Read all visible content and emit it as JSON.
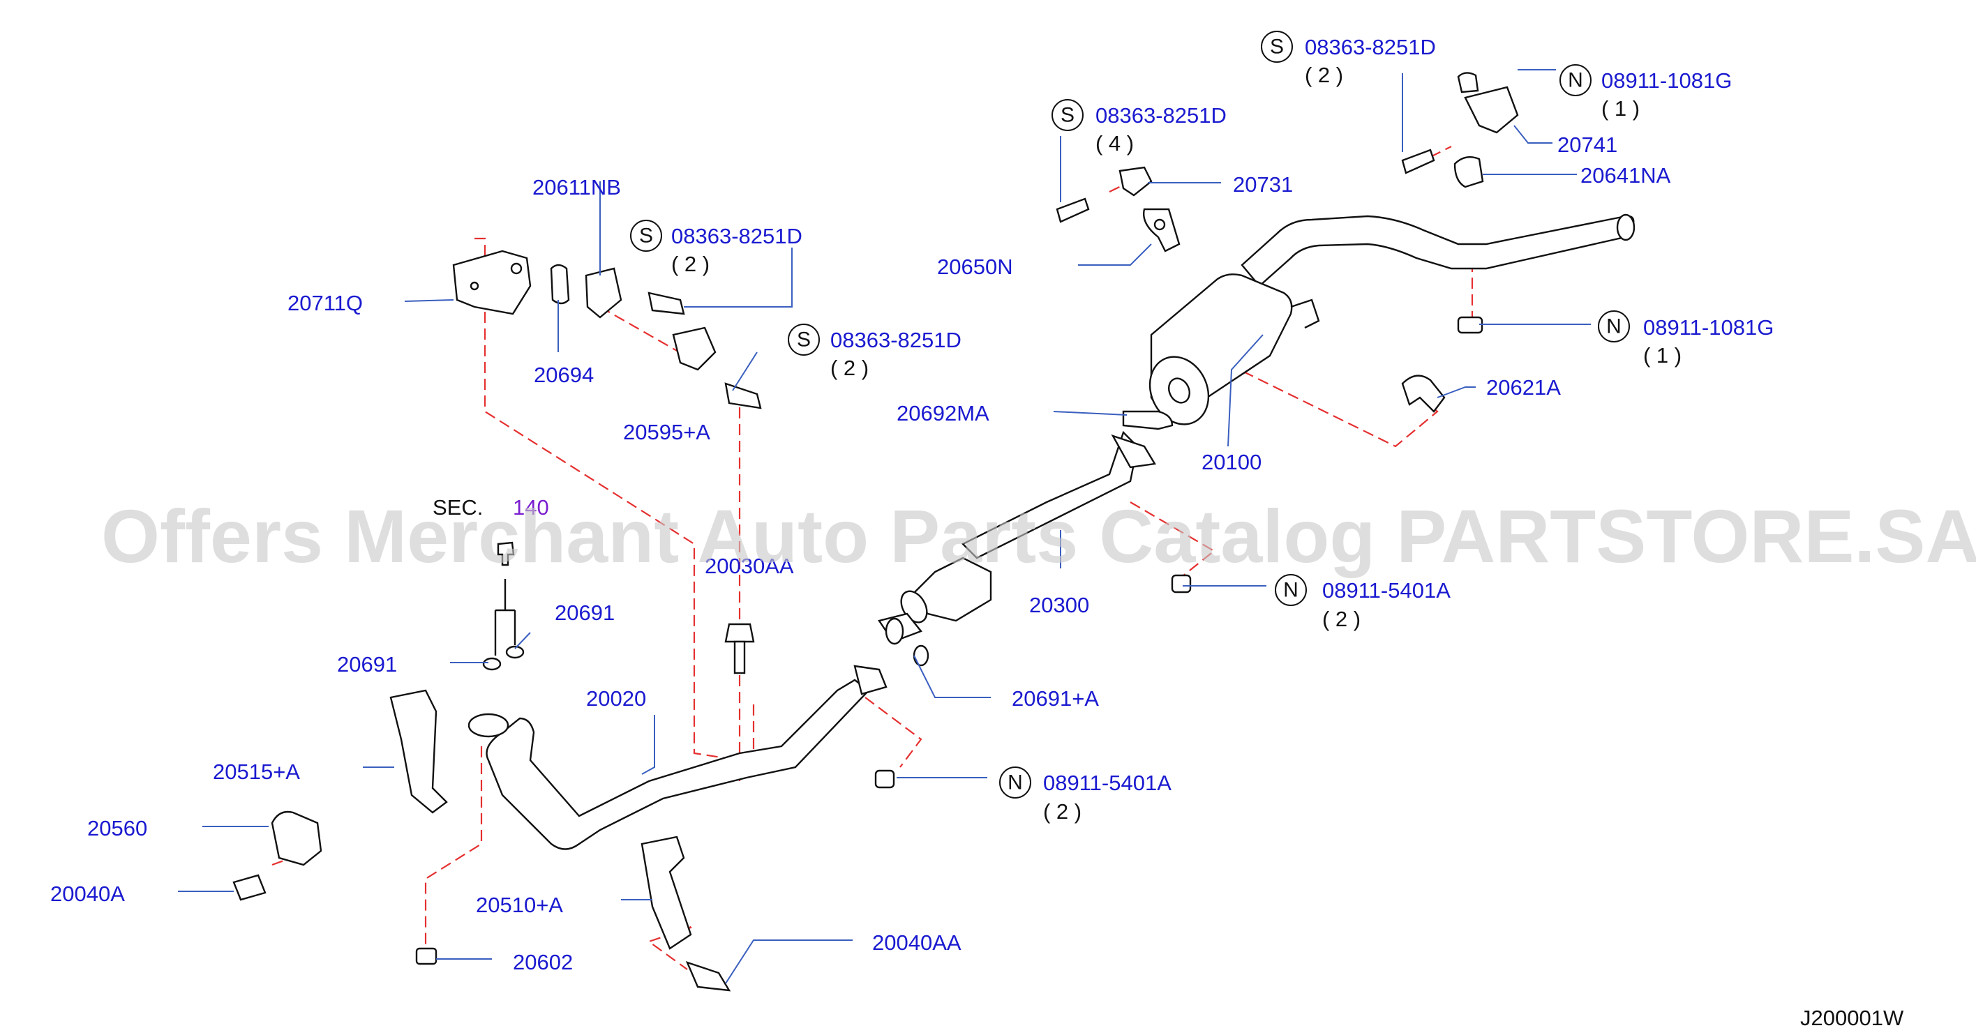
{
  "watermark": "Offers Merchant Auto Parts Catalog PARTSTORE.SA",
  "diagram_code": "J200001W",
  "section_ref": {
    "prefix": "SEC.",
    "number": "140"
  },
  "callouts": [
    {
      "id": "c1",
      "code": "08363-8251D",
      "prefix": "S",
      "qty": "( 2 )"
    },
    {
      "id": "c2",
      "code": "08911-1081G",
      "prefix": "N",
      "qty": "( 1 )"
    },
    {
      "id": "c3",
      "code": "08363-8251D",
      "prefix": "S",
      "qty": "( 4 )"
    },
    {
      "id": "c4",
      "code": "08363-8251D",
      "prefix": "S",
      "qty": "( 2 )"
    },
    {
      "id": "c5",
      "code": "08363-8251D",
      "prefix": "S",
      "qty": "( 2 )"
    },
    {
      "id": "c6",
      "code": "08911-1081G",
      "prefix": "N",
      "qty": "( 1 )"
    },
    {
      "id": "c7",
      "code": "08911-5401A",
      "prefix": "N",
      "qty": "( 2 )"
    },
    {
      "id": "c8",
      "code": "08911-5401A",
      "prefix": "N",
      "qty": "( 2 )"
    }
  ],
  "labels": [
    "20741",
    "20641NA",
    "20731",
    "20650N",
    "20611NB",
    "20711Q",
    "20694",
    "20595+A",
    "20692MA",
    "20621A",
    "20100",
    "20030AA",
    "20300",
    "20691",
    "20691",
    "20691+A",
    "20020",
    "20515+A",
    "20560",
    "20040A",
    "20510+A",
    "20602",
    "20040AA"
  ]
}
